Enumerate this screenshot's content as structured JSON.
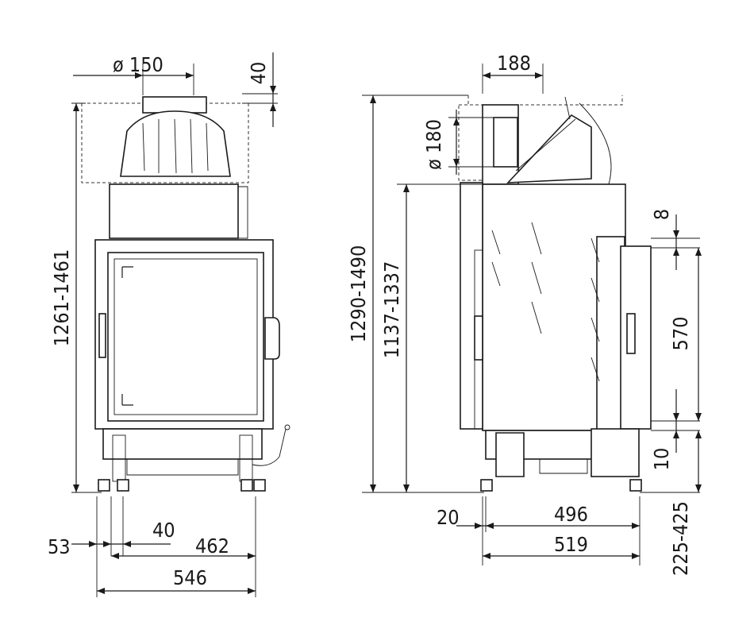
{
  "dimensions": {
    "flue_diameter_front": "ø 150",
    "top_offset": "40",
    "front_total_height": "1261-1461",
    "left_offset": "53",
    "leg_offset": "40",
    "inner_width": "462",
    "total_width": "546",
    "flue_offset_side": "188",
    "flue_diameter_side": "ø 180",
    "side_total_height": "1290-1490",
    "side_inner_height": "1137-1337",
    "top_gap": "8",
    "door_height": "570",
    "bottom_gap": "10",
    "leg_height": "225-425",
    "side_front_offset": "20",
    "side_depth_inner": "496",
    "side_depth_total": "519"
  }
}
